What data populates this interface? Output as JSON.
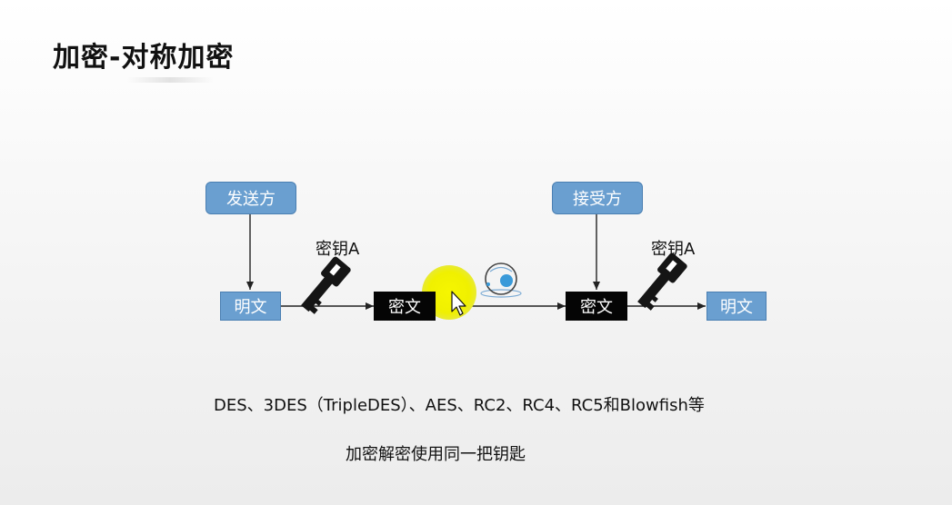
{
  "slide": {
    "title": "加密-对称加密"
  },
  "diagram": {
    "sender_label": "发送方",
    "receiver_label": "接受方",
    "plaintext_left": "明文",
    "ciphertext_left": "密文",
    "ciphertext_right": "密文",
    "plaintext_right": "明文",
    "key_left_label": "密钥A",
    "key_right_label": "密钥A"
  },
  "footer": {
    "algorithms": "DES、3DES（TripleDES）、AES、RC2、RC4、RC5和Blowfish等",
    "note": "加密解密使用同一把钥匙"
  },
  "icons": {
    "key": "key-icon",
    "network": "network-icon",
    "cursor": "mouse-cursor-icon"
  },
  "colors": {
    "box_blue": "#6a9fd0",
    "cipher_black": "#050505",
    "cursor_highlight": "#f2f200",
    "network_blue": "#3a9ad9"
  }
}
